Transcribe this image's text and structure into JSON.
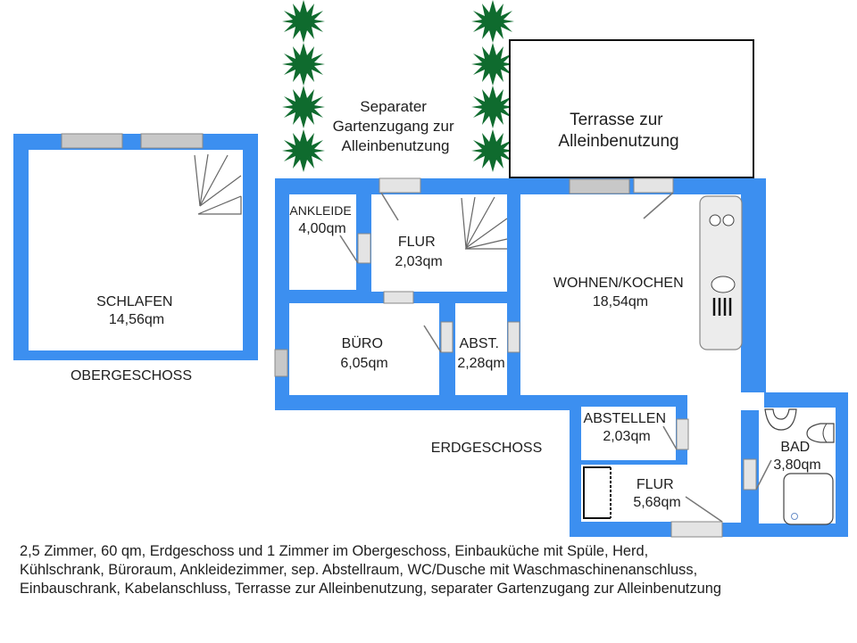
{
  "colors": {
    "wall": "#3c8ff0",
    "window": "#c8c8c8",
    "door": "#e4e4e4",
    "plant": "#0f6b2e",
    "fixture_fill": "#ececec",
    "fixture_stroke": "#888888"
  },
  "outdoor": {
    "garden_access_label": [
      "Separater",
      "Gartenzugang zur",
      "Alleinbenutzung"
    ],
    "terrace_label": [
      "Terrasse zur",
      "Alleinbenutzung"
    ],
    "plant_icon": "palm-bush-icon"
  },
  "floors": {
    "upper": {
      "name": "OBERGESCHOSS",
      "rooms": [
        {
          "name": "SCHLAFEN",
          "area": "14,56qm"
        }
      ]
    },
    "ground": {
      "name": "ERDGESCHOSS",
      "rooms": [
        {
          "name": "ANKLEIDE",
          "area": "4,00qm"
        },
        {
          "name": "FLUR",
          "area": "2,03qm"
        },
        {
          "name": "BÜRO",
          "area": "6,05qm"
        },
        {
          "name": "ABST.",
          "area": "2,28qm"
        },
        {
          "name": "WOHNEN/KOCHEN",
          "area": "18,54qm"
        },
        {
          "name": "ABSTELLEN",
          "area": "2,03qm"
        },
        {
          "name": "FLUR",
          "area": "5,68qm"
        },
        {
          "name": "BAD",
          "area": "3,80qm"
        }
      ]
    }
  },
  "fixtures": [
    "staircase-icon",
    "staircase-icon",
    "kitchen-counter-icon",
    "stove-icon",
    "sink-icon",
    "wardrobe-icon",
    "washbasin-icon",
    "toilet-icon",
    "shower-tray-icon"
  ],
  "description": "2,5 Zimmer, 60 qm, Erdgeschoss und 1 Zimmer im Obergeschoss, Einbauküche mit Spüle, Herd,\nKühlschrank, Büroraum, Ankleidezimmer, sep. Abstellraum, WC/Dusche mit Waschmaschinenanschluss,\nEinbauschrank, Kabelanschluss, Terrasse zur Alleinbenutzung, separater Gartenzugang zur Alleinbenutzung"
}
